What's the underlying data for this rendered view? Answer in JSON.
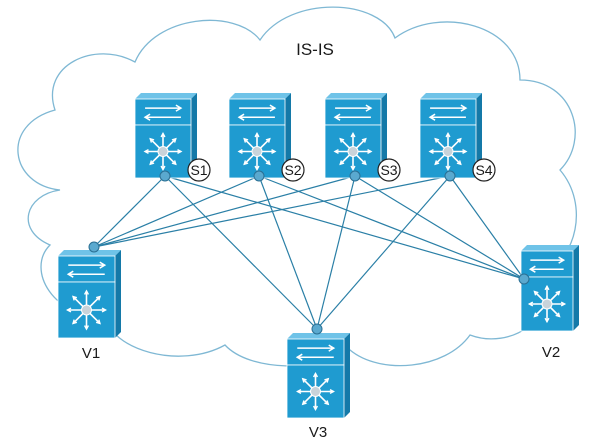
{
  "cloud": {
    "label": "IS-IS"
  },
  "colors": {
    "switch": "#1f9bd0",
    "switch_dark": "#1479a8",
    "switch_light": "#6fc3e8",
    "link": "#2a7fa6",
    "cloud_stroke": "#7fb8d4",
    "port": "#5aa9cf"
  },
  "icons": {
    "switch": "nexus-switch-icon",
    "port": "port-dot-icon"
  },
  "spines": [
    {
      "id": "s1",
      "badge": "S1"
    },
    {
      "id": "s2",
      "badge": "S2"
    },
    {
      "id": "s3",
      "badge": "S3"
    },
    {
      "id": "s4",
      "badge": "S4"
    }
  ],
  "leaves": [
    {
      "id": "v1",
      "label": "V1"
    },
    {
      "id": "v2",
      "label": "V2"
    },
    {
      "id": "v3",
      "label": "V3"
    }
  ],
  "links": [
    [
      "s1",
      "v1"
    ],
    [
      "s1",
      "v2"
    ],
    [
      "s1",
      "v3"
    ],
    [
      "s2",
      "v1"
    ],
    [
      "s2",
      "v2"
    ],
    [
      "s2",
      "v3"
    ],
    [
      "s3",
      "v1"
    ],
    [
      "s3",
      "v2"
    ],
    [
      "s3",
      "v3"
    ],
    [
      "s4",
      "v1"
    ],
    [
      "s4",
      "v2"
    ],
    [
      "s4",
      "v3"
    ]
  ]
}
